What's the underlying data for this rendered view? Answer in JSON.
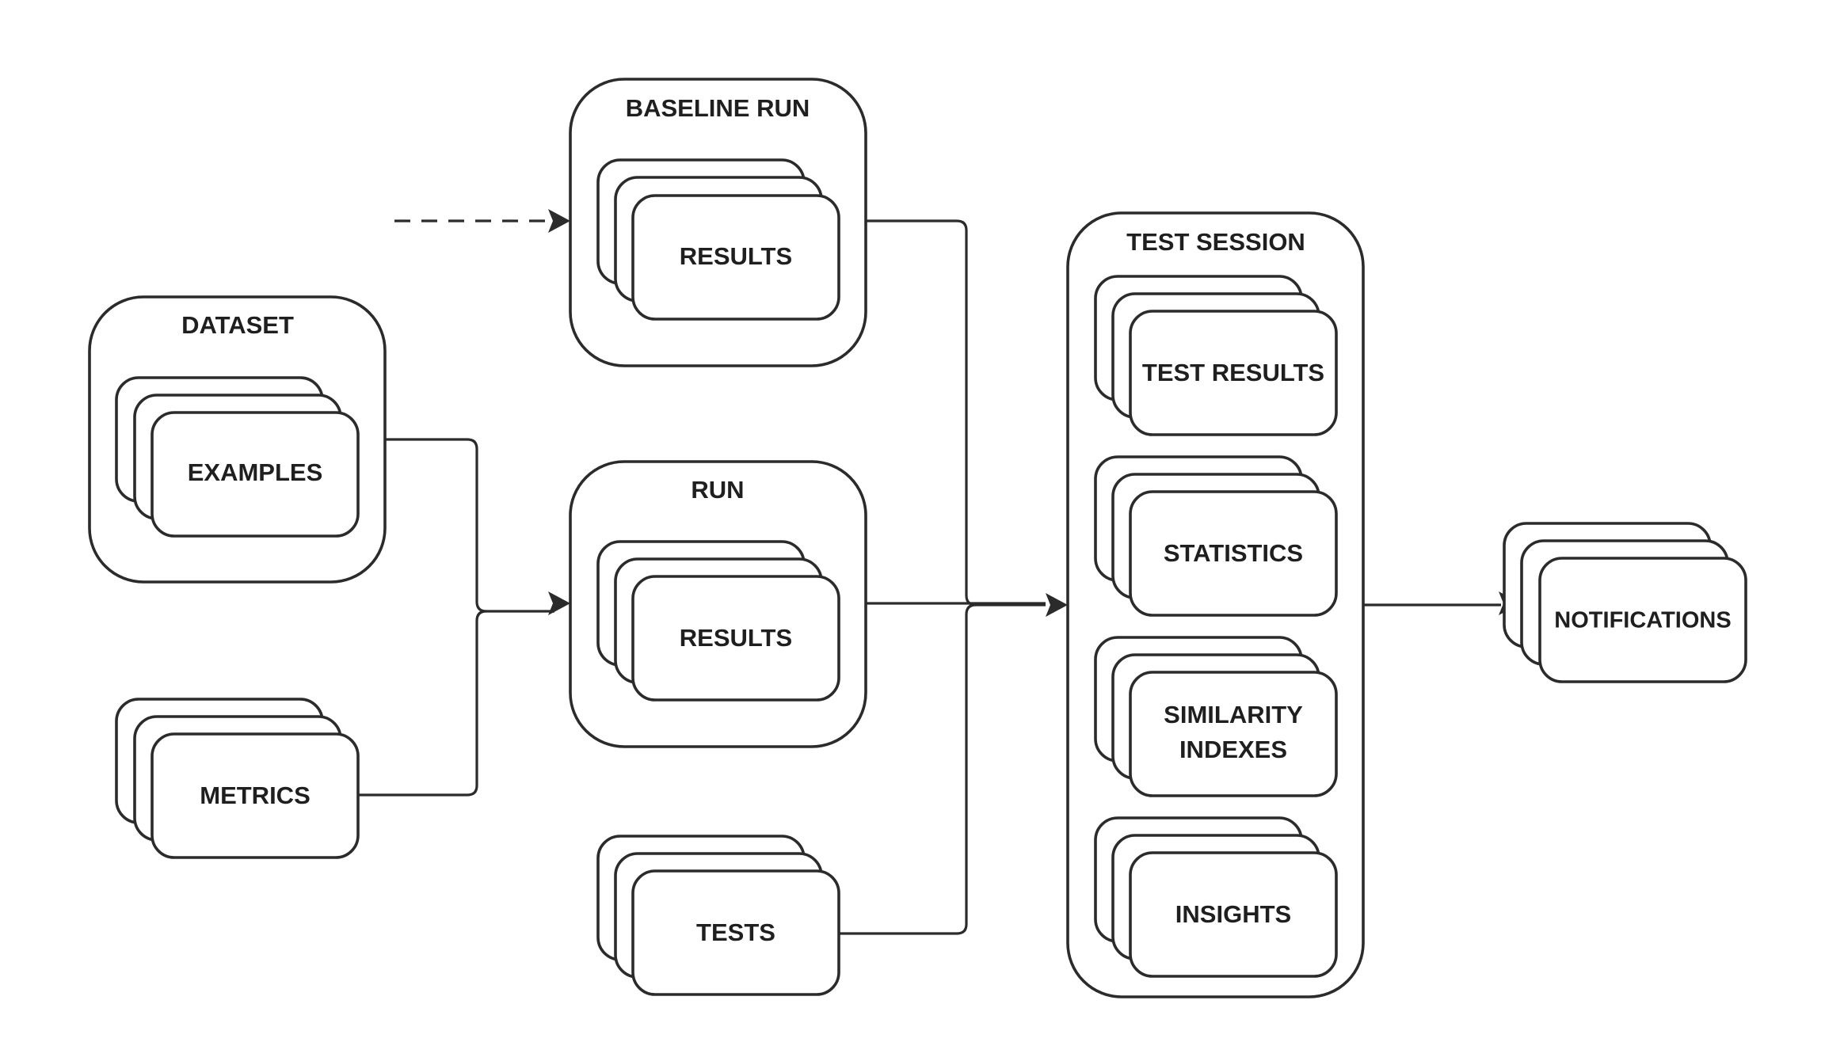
{
  "diagram": {
    "dataset": {
      "title": "DATASET",
      "item": "EXAMPLES"
    },
    "metrics": {
      "item": "METRICS"
    },
    "baseline_run": {
      "title": "BASELINE RUN",
      "item": "RESULTS"
    },
    "run": {
      "title": "RUN",
      "item": "RESULTS"
    },
    "tests": {
      "item": "TESTS"
    },
    "test_session": {
      "title": "TEST SESSION",
      "items": [
        "TEST RESULTS",
        "STATISTICS",
        "SIMILARITY INDEXES",
        "INSIGHTS"
      ]
    },
    "notifications": {
      "item": "NOTIFICATIONS"
    }
  }
}
